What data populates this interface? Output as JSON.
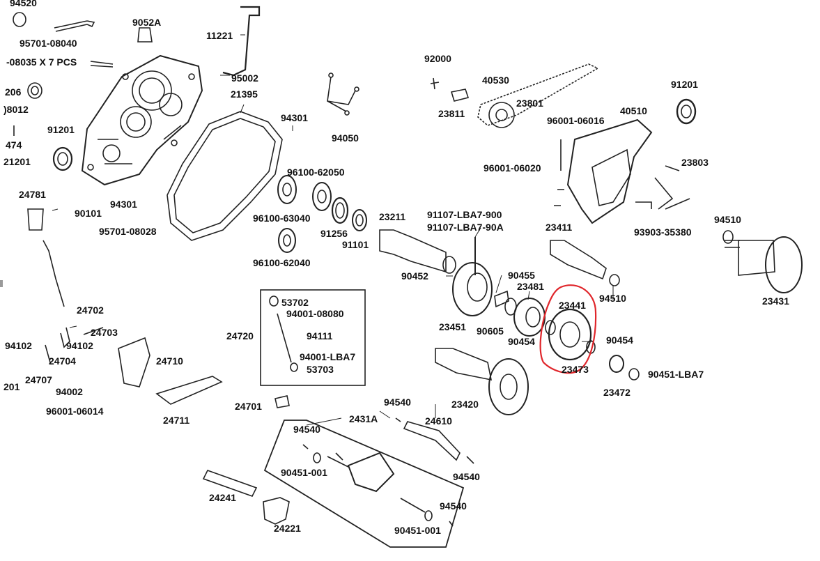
{
  "diagram": {
    "highlight_color": "#e0262b",
    "line_color": "#222222",
    "labels": [
      {
        "id": "p94520",
        "text": "94520"
      },
      {
        "id": "p95701_08040",
        "text": "95701-08040"
      },
      {
        "id": "p08035",
        "text": "-08035 X 7 PCS"
      },
      {
        "id": "p206",
        "text": "206"
      },
      {
        "id": "p08012",
        "text": ")8012"
      },
      {
        "id": "p474",
        "text": "474"
      },
      {
        "id": "p91201a",
        "text": "91201"
      },
      {
        "id": "p21201",
        "text": "21201"
      },
      {
        "id": "p9052A",
        "text": "9052A"
      },
      {
        "id": "p11221",
        "text": "11221"
      },
      {
        "id": "p95002",
        "text": "95002"
      },
      {
        "id": "p21395",
        "text": "21395"
      },
      {
        "id": "p94301a",
        "text": "94301"
      },
      {
        "id": "p94050",
        "text": "94050"
      },
      {
        "id": "p94301b",
        "text": "94301"
      },
      {
        "id": "p24781",
        "text": "24781"
      },
      {
        "id": "p90101",
        "text": "90101"
      },
      {
        "id": "p95701_08028",
        "text": "95701-08028"
      },
      {
        "id": "p96100_62050",
        "text": "96100-62050"
      },
      {
        "id": "p96100_63040",
        "text": "96100-63040"
      },
      {
        "id": "p91256",
        "text": "91256"
      },
      {
        "id": "p91101",
        "text": "91101"
      },
      {
        "id": "p96100_62040",
        "text": "96100-62040"
      },
      {
        "id": "p92000",
        "text": "92000"
      },
      {
        "id": "p40530",
        "text": "40530"
      },
      {
        "id": "p23801",
        "text": "23801"
      },
      {
        "id": "p23811",
        "text": "23811"
      },
      {
        "id": "p96001_06016",
        "text": "96001-06016"
      },
      {
        "id": "p40510",
        "text": "40510"
      },
      {
        "id": "p91201b",
        "text": "91201"
      },
      {
        "id": "p96001_06020",
        "text": "96001-06020"
      },
      {
        "id": "p23803",
        "text": "23803"
      },
      {
        "id": "p93903",
        "text": "93903-35380"
      },
      {
        "id": "p94510a",
        "text": "94510"
      },
      {
        "id": "p23211",
        "text": "23211"
      },
      {
        "id": "p91107a",
        "text": "91107-LBA7-900"
      },
      {
        "id": "p91107b",
        "text": "91107-LBA7-90A"
      },
      {
        "id": "p23411",
        "text": "23411"
      },
      {
        "id": "p90452",
        "text": "90452"
      },
      {
        "id": "p90455",
        "text": "90455"
      },
      {
        "id": "p23481",
        "text": "23481"
      },
      {
        "id": "p94510b",
        "text": "94510"
      },
      {
        "id": "p23431",
        "text": "23431"
      },
      {
        "id": "p23441",
        "text": "23441"
      },
      {
        "id": "p23451",
        "text": "23451"
      },
      {
        "id": "p90605",
        "text": "90605"
      },
      {
        "id": "p90454a",
        "text": "90454"
      },
      {
        "id": "p90454b",
        "text": "90454"
      },
      {
        "id": "p23473",
        "text": "23473"
      },
      {
        "id": "p23472",
        "text": "23472"
      },
      {
        "id": "p90451_LBA7",
        "text": "90451-LBA7"
      },
      {
        "id": "p53702",
        "text": "53702"
      },
      {
        "id": "p94001_08080",
        "text": "94001-08080"
      },
      {
        "id": "p24720",
        "text": "24720"
      },
      {
        "id": "p94111",
        "text": "94111"
      },
      {
        "id": "p94001_LBA7",
        "text": "94001-LBA7"
      },
      {
        "id": "p53703",
        "text": "53703"
      },
      {
        "id": "p24702",
        "text": "24702"
      },
      {
        "id": "p24703",
        "text": "24703"
      },
      {
        "id": "p94102a",
        "text": "94102"
      },
      {
        "id": "p94102b",
        "text": "94102"
      },
      {
        "id": "p24704",
        "text": "24704"
      },
      {
        "id": "p24710",
        "text": "24710"
      },
      {
        "id": "p24707",
        "text": "24707"
      },
      {
        "id": "p201",
        "text": "201"
      },
      {
        "id": "p94002",
        "text": "94002"
      },
      {
        "id": "p96001_06014",
        "text": "96001-06014"
      },
      {
        "id": "p24711",
        "text": "24711"
      },
      {
        "id": "p24701",
        "text": "24701"
      },
      {
        "id": "p23420",
        "text": "23420"
      },
      {
        "id": "p94540a",
        "text": "94540"
      },
      {
        "id": "p2431A",
        "text": "2431A"
      },
      {
        "id": "p24610",
        "text": "24610"
      },
      {
        "id": "p94540b",
        "text": "94540"
      },
      {
        "id": "p90451_001a",
        "text": "90451-001"
      },
      {
        "id": "p94540c",
        "text": "94540"
      },
      {
        "id": "p94540d",
        "text": "94540"
      },
      {
        "id": "p24241",
        "text": "24241"
      },
      {
        "id": "p24221",
        "text": "24221"
      },
      {
        "id": "p90451_001b",
        "text": "90451-001"
      }
    ]
  }
}
